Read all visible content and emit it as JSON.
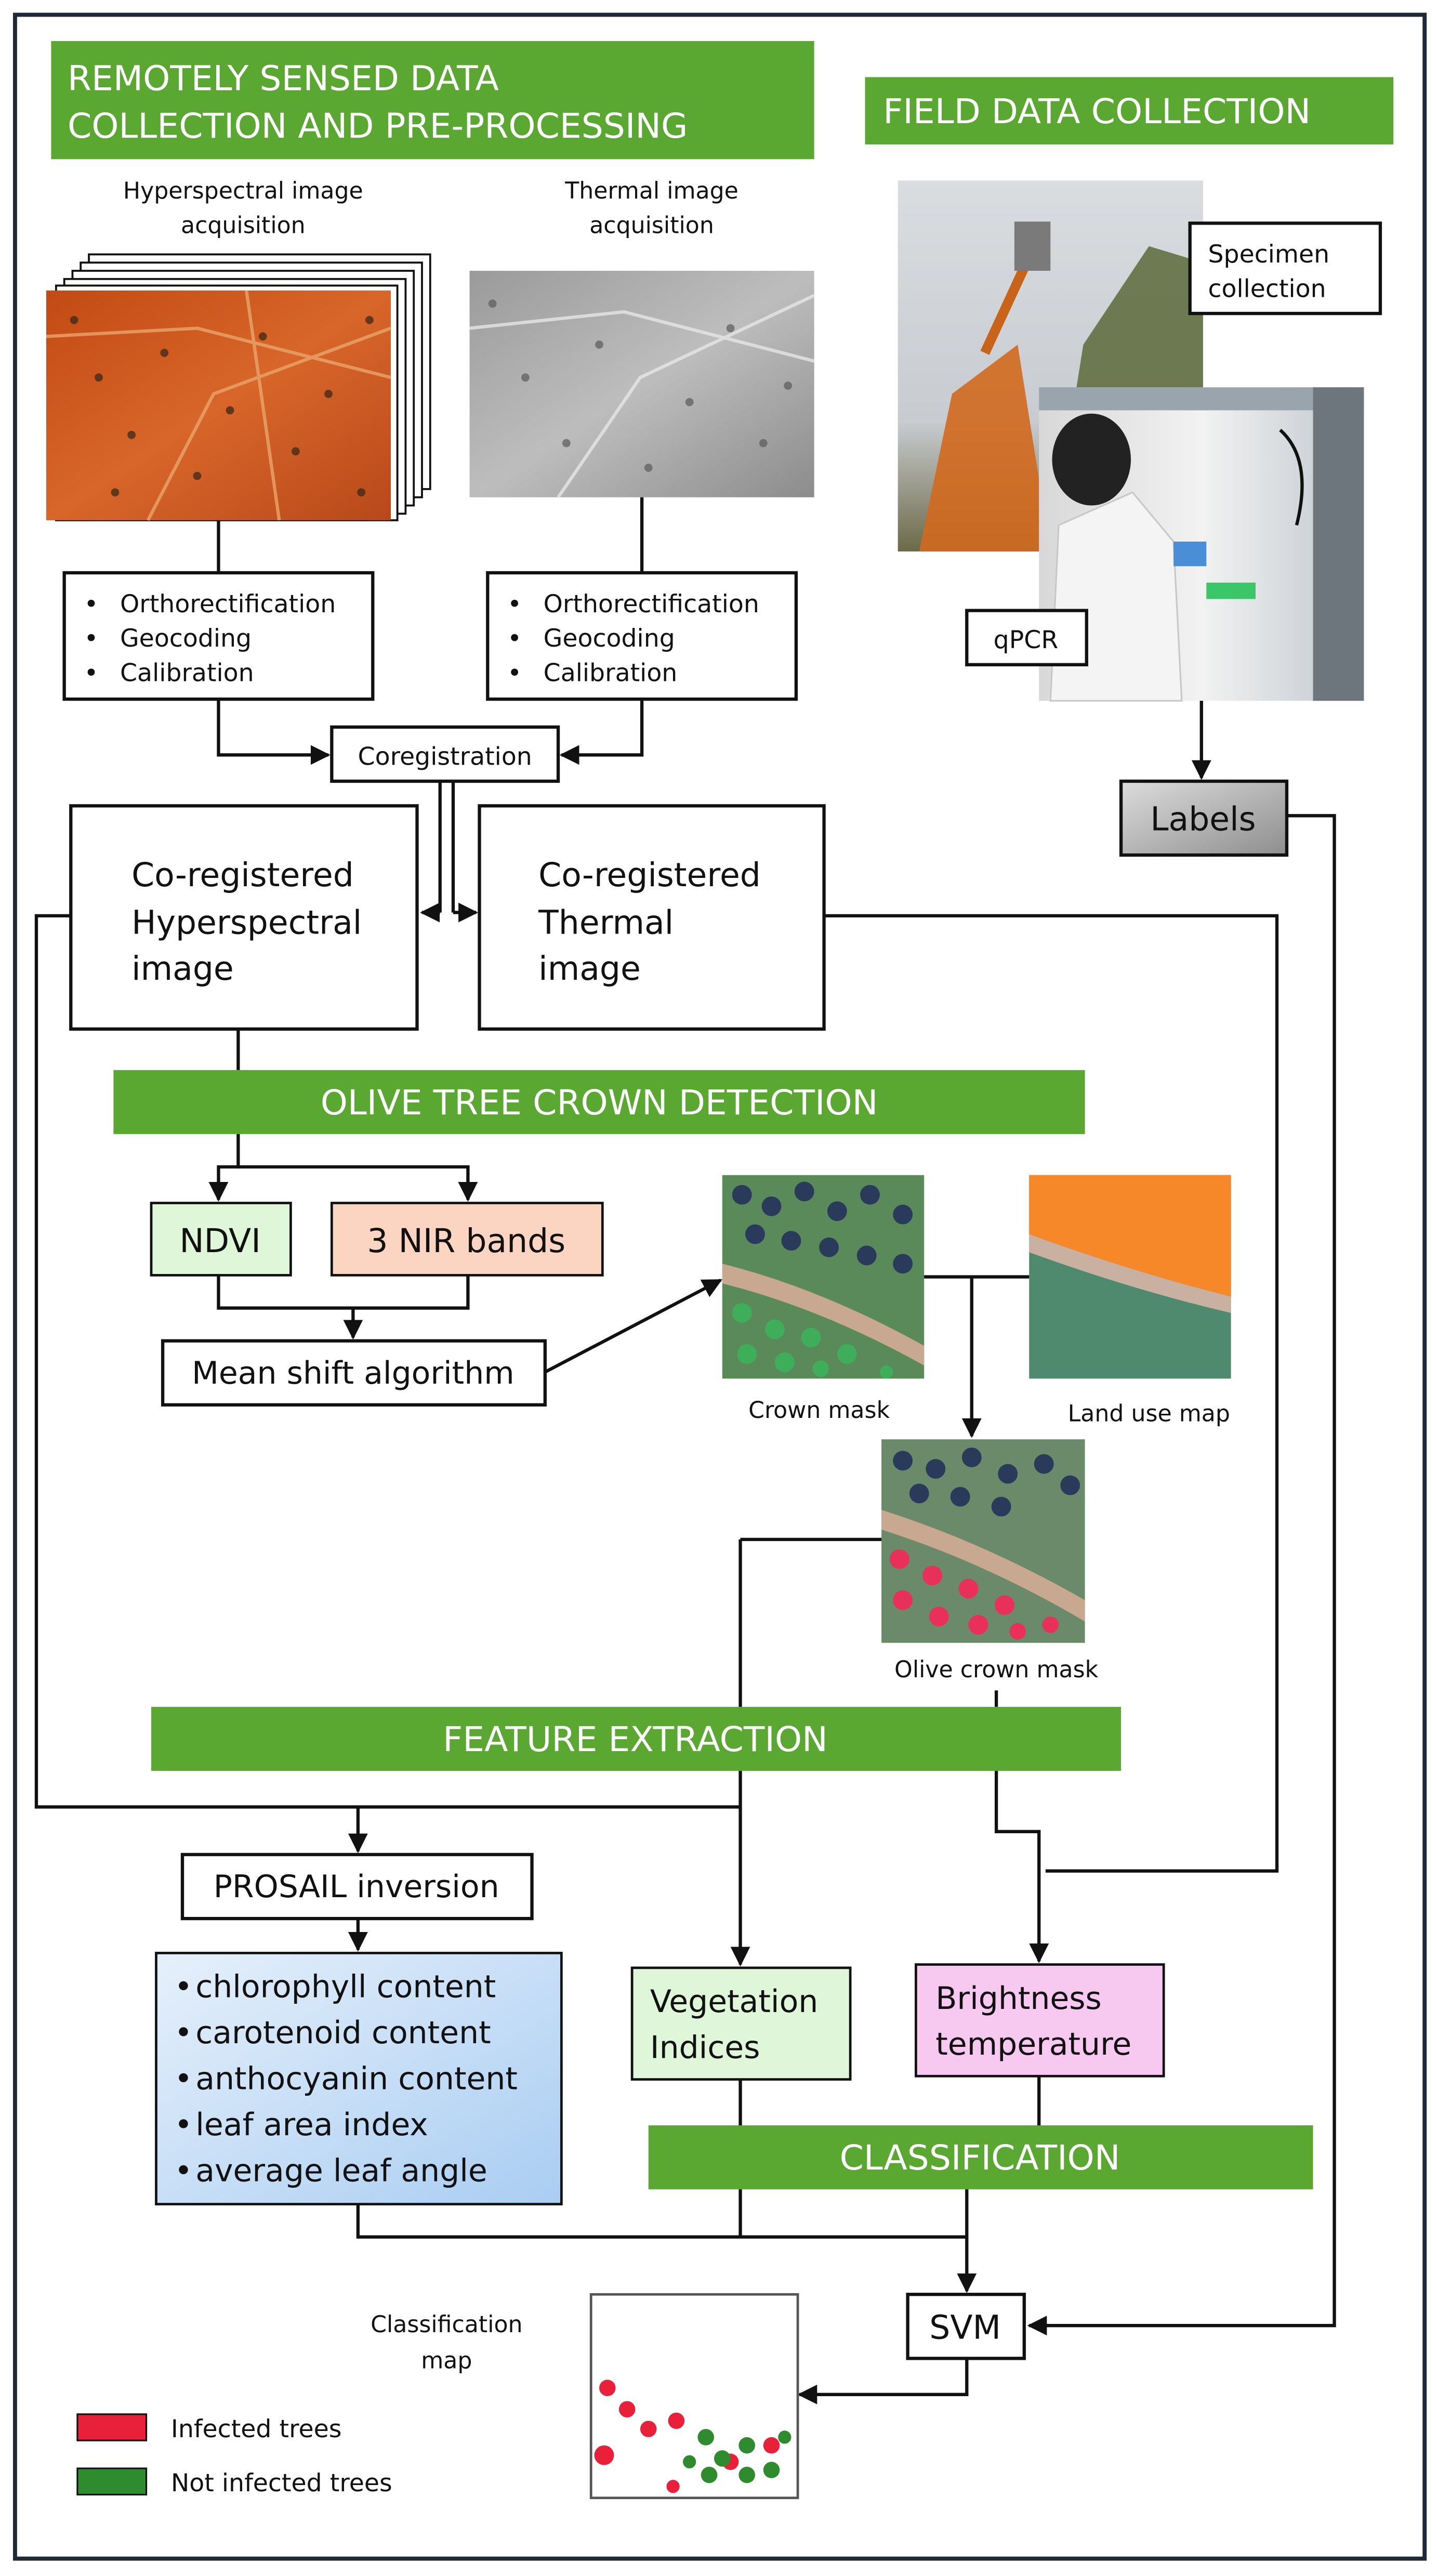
{
  "sections": {
    "remote": [
      "REMOTELY SENSED DATA",
      "COLLECTION AND PRE-PROCESSING"
    ],
    "field": "FIELD DATA COLLECTION",
    "crown_detection": "OLIVE TREE CROWN DETECTION",
    "feature_extraction": "FEATURE EXTRACTION",
    "classification": "CLASSIFICATION"
  },
  "captions": {
    "hyperspectral_acq": [
      "Hyperspectral image",
      "acquisition"
    ],
    "thermal_acq": [
      "Thermal image",
      "acquisition"
    ],
    "crown_mask": "Crown mask",
    "land_use_map": "Land use map",
    "olive_crown_mask": "Olive crown mask",
    "classification_map": [
      "Classification",
      "map"
    ]
  },
  "boxes": {
    "preprocess_steps": [
      "Orthorectification",
      "Geocoding",
      "Calibration"
    ],
    "coregistration": "Coregistration",
    "coreg_hyper": [
      "Co-registered",
      "Hyperspectral",
      "image"
    ],
    "coreg_thermal": [
      "Co-registered",
      "Thermal",
      "image"
    ],
    "specimen": [
      "Specimen",
      "collection"
    ],
    "qpcr": "qPCR",
    "labels": "Labels",
    "ndvi": "NDVI",
    "nir": "3 NIR bands",
    "mean_shift": "Mean shift algorithm",
    "prosail": "PROSAIL inversion",
    "prosail_params": [
      "chlorophyll content",
      "carotenoid content",
      "anthocyanin content",
      "leaf area index",
      "average leaf angle"
    ],
    "veg_indices": [
      "Vegetation",
      "Indices"
    ],
    "brightness": [
      "Brightness",
      "temperature"
    ],
    "svm": "SVM"
  },
  "legend": [
    {
      "label": "Infected trees",
      "color": "#e8203a"
    },
    {
      "label": "Not infected trees",
      "color": "#2e8b2e"
    }
  ],
  "colors": {
    "section_green": "#5aa832",
    "ndvi_fill": "#dff6d8",
    "nir_fill": "#fbd5c2",
    "veg_fill": "#dff6d8",
    "bright_fill": "#f7c8f0",
    "prosail_fill": "#c5def7",
    "labels_fill": "#b0b0b0"
  }
}
